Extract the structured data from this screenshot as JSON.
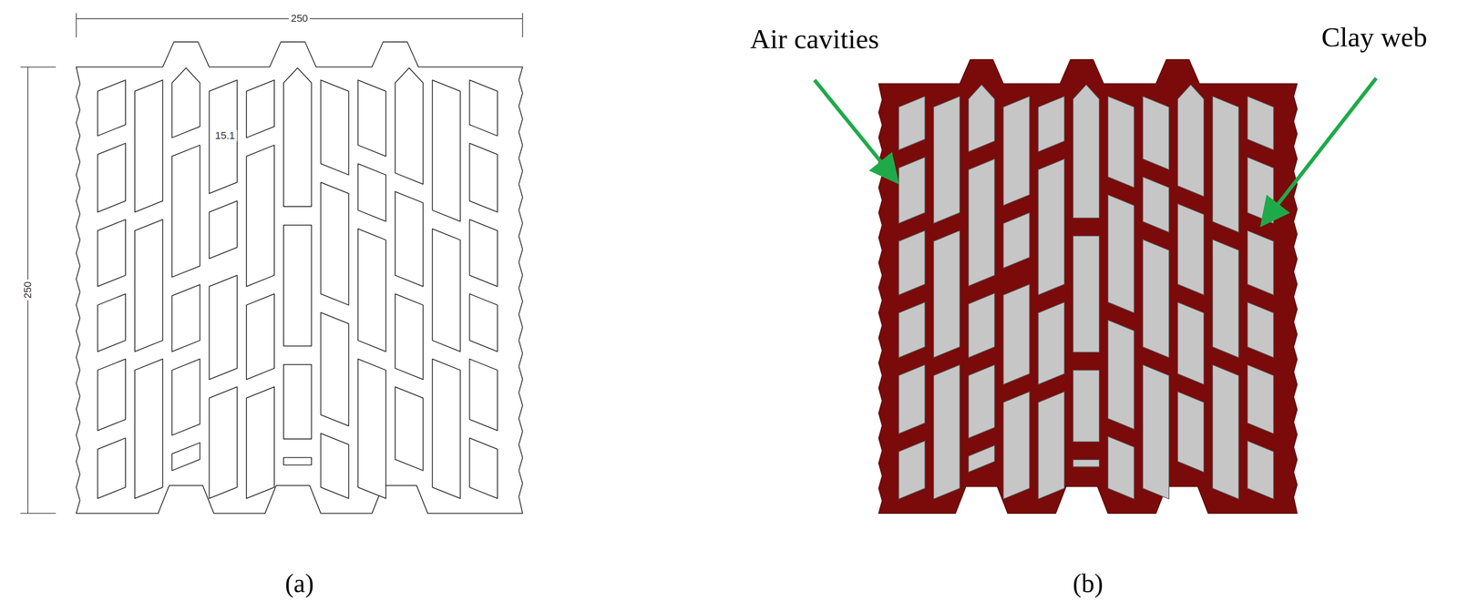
{
  "diagram": {
    "labels": [
      "250",
      "250",
      "15.1",
      "Air cavities",
      "Clay web",
      "(a)",
      "(b)"
    ]
  }
}
